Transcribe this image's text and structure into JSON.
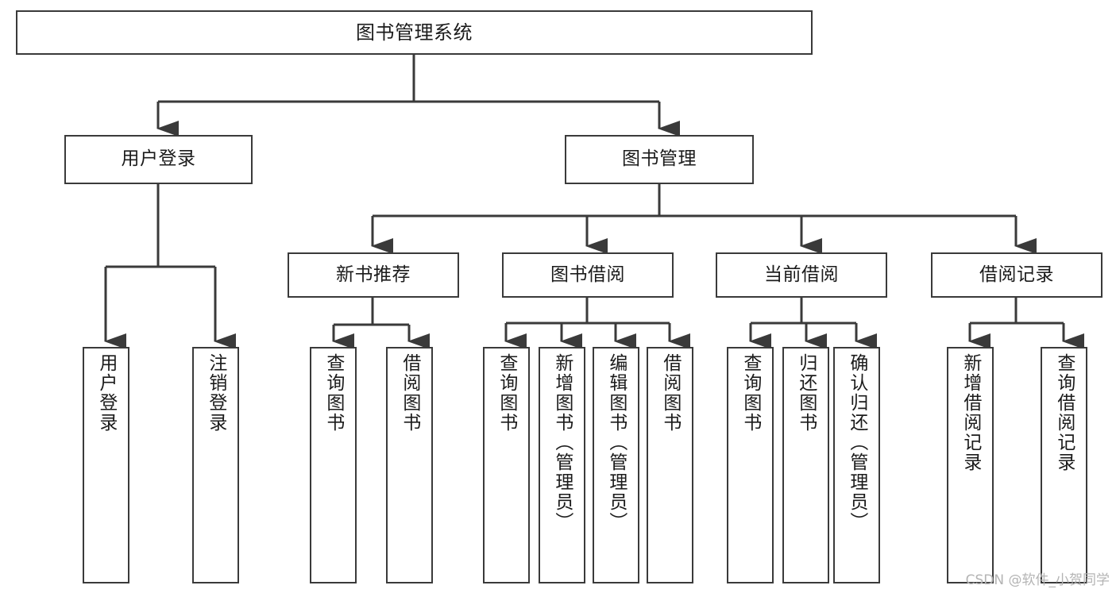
{
  "diagram": {
    "type": "tree",
    "title": "图书管理系统",
    "stroke_color": "#3a3a3a",
    "text_color": "#1b1b1b",
    "background_color": "#ffffff",
    "nodes": {
      "root": {
        "label": "图书管理系统"
      },
      "level2": [
        {
          "label": "用户登录"
        },
        {
          "label": "图书管理"
        }
      ],
      "level3": [
        {
          "label": "新书推荐"
        },
        {
          "label": "图书借阅"
        },
        {
          "label": "当前借阅"
        },
        {
          "label": "借阅记录"
        }
      ],
      "leaves": {
        "user_login": [
          {
            "label": "用户登录"
          },
          {
            "label": "注销登录"
          }
        ],
        "new_book_recommend": [
          {
            "label": "查询图书"
          },
          {
            "label": "借阅图书"
          }
        ],
        "book_borrow": [
          {
            "label": "查询图书"
          },
          {
            "label": "新增图书（管理员）"
          },
          {
            "label": "编辑图书（管理员）"
          },
          {
            "label": "借阅图书"
          }
        ],
        "current_borrow": [
          {
            "label": "查询图书"
          },
          {
            "label": "归还图书"
          },
          {
            "label": "确认归还（管理员）"
          }
        ],
        "borrow_record": [
          {
            "label": "新增借阅记录"
          },
          {
            "label": "查询借阅记录"
          }
        ]
      }
    }
  },
  "watermark": {
    "text": "CSDN @软件_小贺同学"
  }
}
